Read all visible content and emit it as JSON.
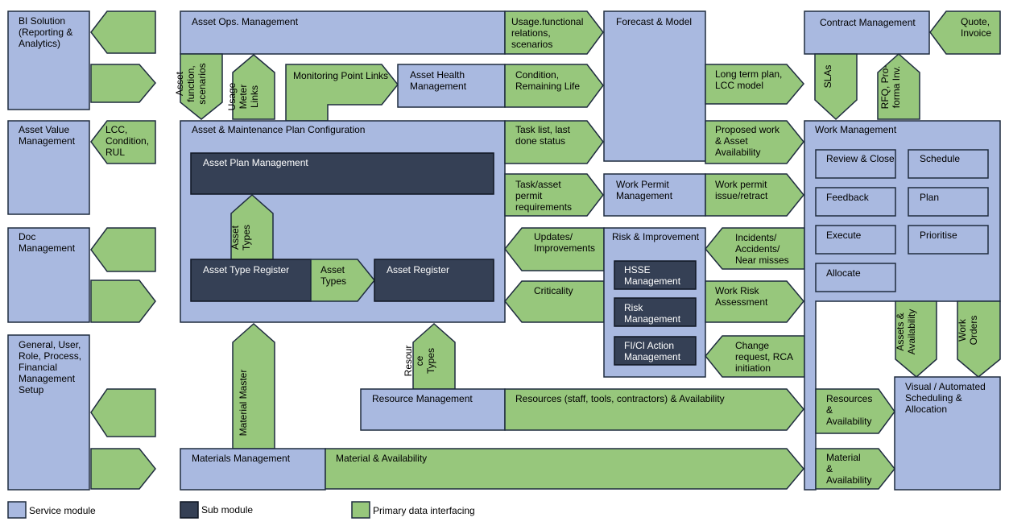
{
  "colors": {
    "service_module": "#a9b9e0",
    "sub_module": "#354055",
    "primary_data": "#97c77c",
    "outline": "#1f2c3f"
  },
  "modules": {
    "bi_solution": [
      "BI Solution",
      "(Reporting &",
      "Analytics)"
    ],
    "asset_value_management": [
      "Asset Value",
      "Management"
    ],
    "doc_management": [
      "Doc",
      "Management"
    ],
    "general_setup": [
      "General, User,",
      "Role, Process,",
      "Financial",
      "Management",
      "Setup"
    ],
    "asset_ops_management": [
      "Asset Ops. Management"
    ],
    "forecast_model": [
      "Forecast & Model"
    ],
    "contract_management": [
      "Contract Management"
    ],
    "asset_health_management": [
      "Asset Health",
      "Management"
    ],
    "asset_maintenance_plan_config": [
      "Asset & Maintenance Plan Configuration"
    ],
    "work_permit_management": [
      "Work Permit",
      "Management"
    ],
    "risk_improvement": [
      "Risk & Improvement"
    ],
    "work_management": [
      "Work Management"
    ],
    "resource_management": [
      "Resource Management"
    ],
    "materials_management": [
      "Materials Management"
    ],
    "visual_automated_scheduling": [
      "Visual / Automated",
      "Scheduling &",
      "Allocation"
    ]
  },
  "submodules": {
    "asset_plan_management": [
      "Asset Plan Management"
    ],
    "asset_type_register": [
      "Asset Type Register"
    ],
    "asset_register": [
      "Asset Register"
    ],
    "hsse_management": [
      "HSSE",
      "Management"
    ],
    "risk_management": [
      "Risk",
      "Management"
    ],
    "fici_action_management": [
      "FI/CI Action",
      "Management"
    ]
  },
  "work_tasks": {
    "review_close": [
      "Review & Close"
    ],
    "schedule": [
      "Schedule"
    ],
    "feedback": [
      "Feedback"
    ],
    "plan": [
      "Plan"
    ],
    "execute": [
      "Execute"
    ],
    "prioritise": [
      "Prioritise"
    ],
    "allocate": [
      "Allocate"
    ]
  },
  "flows": {
    "usage_functional": [
      "Usage.functional",
      "relations,",
      "scenarios"
    ],
    "long_term_plan": [
      "Long term plan,",
      "LCC model"
    ],
    "quote_invoice": [
      "Quote,",
      "Invoice"
    ],
    "slas": [
      "SLAs"
    ],
    "rfq_proforma": [
      "RFQ, Pro-",
      "forma Inv."
    ],
    "lcc_condition": [
      "LCC,",
      "Condition,",
      "RUL"
    ],
    "asset_function": [
      "Asset",
      "function,",
      "scenarios"
    ],
    "usage_meter": [
      "Usage",
      "Meter",
      "Links"
    ],
    "monitoring_point": [
      "Monitoring Point Links"
    ],
    "condition_life": [
      "Condition,",
      "Remaining Life"
    ],
    "task_list": [
      "Task list, last",
      "done status"
    ],
    "proposed_work": [
      "Proposed work",
      "& Asset",
      "Availability"
    ],
    "task_asset_permit": [
      "Task/asset",
      "permit",
      "requirements"
    ],
    "work_permit_issue": [
      "Work permit",
      "issue/retract"
    ],
    "updates_improvements": [
      "Updates/",
      "Improvements"
    ],
    "incidents": [
      "Incidents/",
      "Accidents/",
      "Near misses"
    ],
    "criticality": [
      "Criticality"
    ],
    "work_risk": [
      "Work Risk",
      "Assessment"
    ],
    "change_request": [
      "Change",
      "request, RCA",
      "initiation"
    ],
    "asset_types_vertical": [
      "Asset",
      "Types"
    ],
    "asset_types_horizontal": [
      "Asset",
      "Types"
    ],
    "material_master": [
      "Material Master"
    ],
    "resource_types": [
      "Resour",
      "ce",
      "Types"
    ],
    "resources_availability_long": [
      "Resources  (staff, tools, contractors) & Availability"
    ],
    "material_availability_long": [
      "Material & Availability"
    ],
    "resources_availability_short": [
      "Resources",
      "&",
      "Availability"
    ],
    "material_availability_short": [
      "Material",
      "&",
      "Availability"
    ],
    "assets_availability": [
      "Assets &",
      "Availability"
    ],
    "work_orders": [
      "Work",
      "Orders"
    ]
  },
  "legend": {
    "service_module": "Service module",
    "sub_module": "Sub module",
    "primary_data": "Primary data interfacing"
  }
}
